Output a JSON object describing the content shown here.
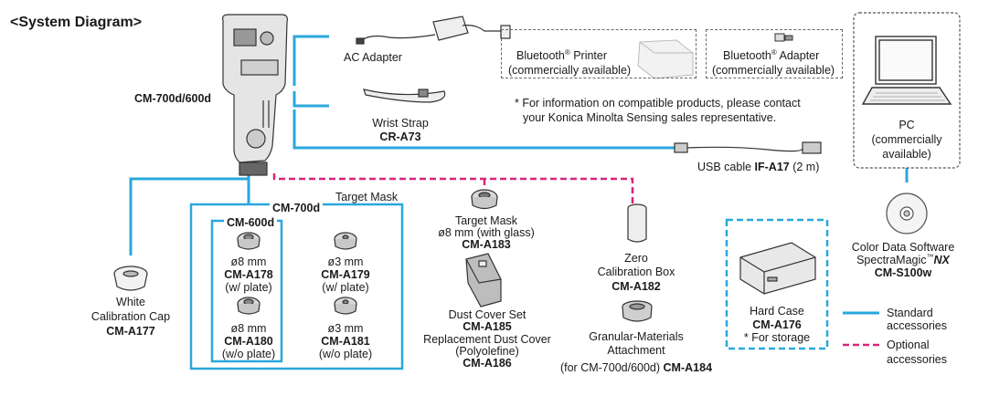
{
  "title": "<System Diagram>",
  "device": {
    "label": "CM-700d/600d"
  },
  "ac_adapter": {
    "label": "AC Adapter"
  },
  "wrist_strap": {
    "label": "Wrist Strap",
    "code": "CR-A73"
  },
  "bt_printer": {
    "line1": "Bluetooth",
    "sup": "®",
    "line1b": " Printer",
    "line2": "(commercially available)"
  },
  "bt_adapter": {
    "line1": "Bluetooth",
    "sup": "®",
    "line1b": " Adapter",
    "line2": "(commercially available)"
  },
  "note": {
    "line1": "* For information on compatible products, please contact",
    "line2": "your Konica Minolta Sensing sales representative."
  },
  "pc": {
    "line1": "PC",
    "line2": "(commercially",
    "line3": "available)"
  },
  "usb_cable": {
    "label": "USB cable ",
    "code": "IF-A17",
    "suffix": " (2 m)"
  },
  "software": {
    "line1": "Color Data Software",
    "line2a": "SpectraMagic",
    "tm": "™",
    "line2b": "NX",
    "code": "CM-S100w"
  },
  "white_cap": {
    "line1": "White",
    "line2": "Calibration Cap",
    "code": "CM-A177"
  },
  "target_mask_group": {
    "heading": "Target Mask",
    "cm700d": "CM-700d",
    "cm600d": "CM-600d",
    "items": [
      {
        "size": "ø8 mm",
        "code": "CM-A178",
        "note": "(w/ plate)"
      },
      {
        "size": "ø3 mm",
        "code": "CM-A179",
        "note": "(w/ plate)"
      },
      {
        "size": "ø8 mm",
        "code": "CM-A180",
        "note": "(w/o plate)"
      },
      {
        "size": "ø3 mm",
        "code": "CM-A181",
        "note": "(w/o plate)"
      }
    ]
  },
  "target_mask_glass": {
    "line1": "Target Mask",
    "line2": "ø8 mm (with glass)",
    "code": "CM-A183"
  },
  "dust_cover": {
    "line1": "Dust Cover Set",
    "code1": "CM-A185",
    "line2": "Replacement Dust Cover",
    "line3": "(Polyolefine)",
    "code2": "CM-A186"
  },
  "zero_box": {
    "line1": "Zero",
    "line2": "Calibration Box",
    "code": "CM-A182"
  },
  "granular": {
    "line1": "Granular-Materials",
    "line2": "Attachment",
    "line3a": "(for CM-700d/600d) ",
    "code": "CM-A184"
  },
  "hard_case": {
    "line1": "Hard Case",
    "code": "CM-A176",
    "note": "* For storage"
  },
  "legend": {
    "standard1": "Standard",
    "standard2": "accessories",
    "optional1": "Optional",
    "optional2": "accessories"
  },
  "colors": {
    "standard": "#2aa7dc",
    "optional": "#d6267a"
  }
}
